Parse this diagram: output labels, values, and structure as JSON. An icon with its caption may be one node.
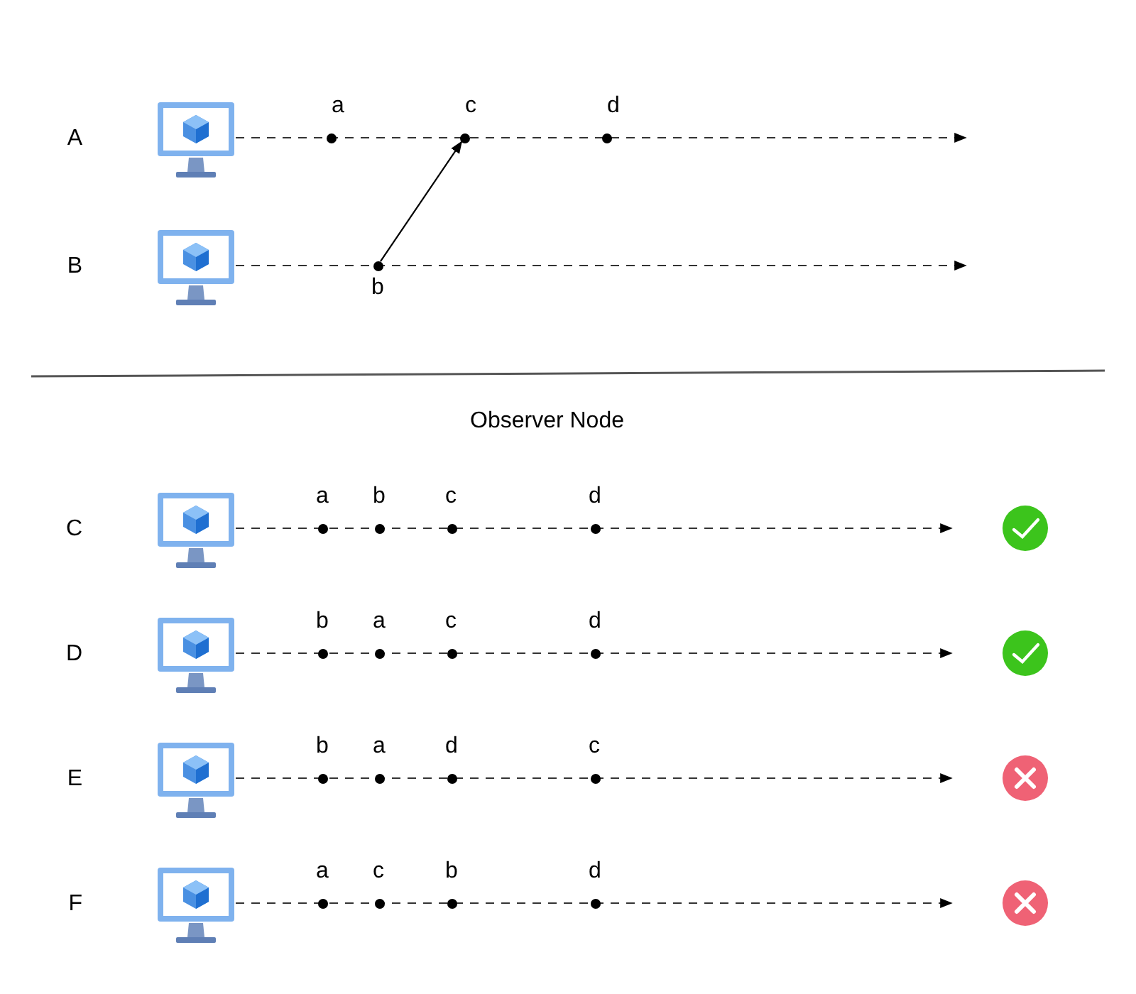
{
  "diagram": {
    "nodes": [
      {
        "text": [],
        "shape": "monitor",
        "beside": [
          "A"
        ]
      },
      {
        "text": [],
        "shape": "circle",
        "beside": [
          "a"
        ]
      },
      {
        "text": [],
        "shape": "circle",
        "beside": [
          "c"
        ]
      },
      {
        "text": [],
        "shape": "circle",
        "beside": [
          "d"
        ]
      },
      {
        "text": [],
        "shape": "monitor",
        "beside": [
          "B"
        ]
      },
      {
        "text": [],
        "shape": "circle",
        "beside": [
          "b"
        ]
      },
      {
        "text": [],
        "shape": "monitor",
        "beside": [
          "C"
        ]
      },
      {
        "text": [],
        "shape": "circle",
        "beside": [
          "a"
        ]
      },
      {
        "text": [],
        "shape": "circle",
        "beside": [
          "b"
        ]
      },
      {
        "text": [],
        "shape": "circle",
        "beside": [
          "c"
        ]
      },
      {
        "text": [],
        "shape": "circle",
        "beside": [
          "d"
        ]
      },
      {
        "text": [],
        "shape": "monitor",
        "beside": [
          "D"
        ]
      },
      {
        "text": [],
        "shape": "circle",
        "beside": [
          "b"
        ]
      },
      {
        "text": [],
        "shape": "circle",
        "beside": [
          "a"
        ]
      },
      {
        "text": [],
        "shape": "circle",
        "beside": [
          "c"
        ]
      },
      {
        "text": [],
        "shape": "circle",
        "beside": [
          "d"
        ]
      },
      {
        "text": [],
        "shape": "monitor",
        "beside": [
          "E"
        ]
      },
      {
        "text": [],
        "shape": "circle",
        "beside": [
          "b"
        ]
      },
      {
        "text": [],
        "shape": "circle",
        "beside": [
          "a"
        ]
      },
      {
        "text": [],
        "shape": "circle",
        "beside": [
          "d"
        ]
      },
      {
        "text": [],
        "shape": "circle",
        "beside": [
          "c"
        ]
      },
      {
        "text": [],
        "shape": "monitor",
        "beside": [
          "F"
        ]
      },
      {
        "text": [],
        "shape": "circle",
        "beside": [
          "a"
        ]
      },
      {
        "text": [],
        "shape": "circle",
        "beside": [
          "c"
        ]
      },
      {
        "text": [],
        "shape": "circle",
        "beside": [
          "b"
        ]
      },
      {
        "text": [],
        "shape": "circle",
        "beside": [
          "d"
        ]
      }
    ],
    "edges": [
      {
        "from": 0,
        "to": null,
        "arrow": "to",
        "style": "dashed"
      },
      {
        "from": 4,
        "to": null,
        "arrow": "to",
        "style": "dashed"
      },
      {
        "from": 5,
        "to": 2,
        "arrow": "to"
      },
      {
        "from": 6,
        "to": null,
        "arrow": "to",
        "style": "dashed"
      },
      {
        "from": 11,
        "to": null,
        "arrow": "to",
        "style": "dashed"
      },
      {
        "from": 16,
        "to": null,
        "arrow": "to",
        "style": "dashed"
      },
      {
        "from": 21,
        "to": null,
        "arrow": "to",
        "style": "dashed"
      }
    ],
    "labels": [
      "Observer Node"
    ]
  }
}
